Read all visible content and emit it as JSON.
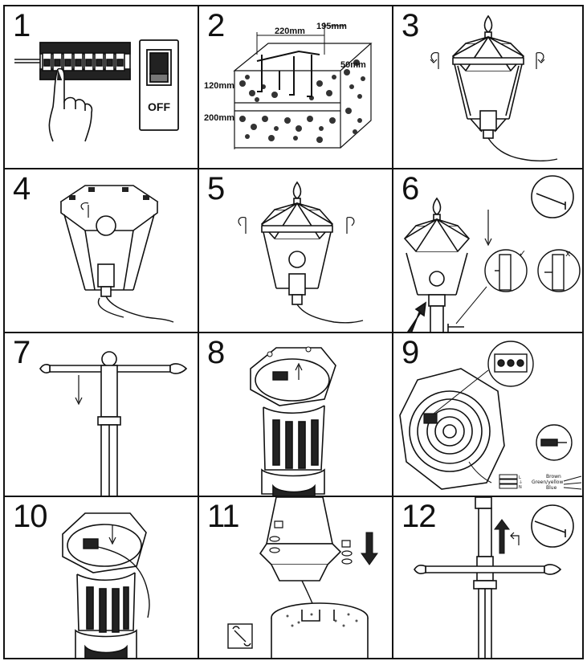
{
  "steps": [
    {
      "number": "1",
      "switch_label": "OFF"
    },
    {
      "number": "2",
      "dim_220": "220mm",
      "dim_195": "195mm",
      "dim_50": "50mm",
      "dim_120": "120mm",
      "dim_200": "200mm"
    },
    {
      "number": "3"
    },
    {
      "number": "4"
    },
    {
      "number": "5"
    },
    {
      "number": "6",
      "check_mark": "✓",
      "cross_mark": "x"
    },
    {
      "number": "7"
    },
    {
      "number": "8"
    },
    {
      "number": "9",
      "terminal_l": "L",
      "terminal_earth": "⏚",
      "terminal_n": "N",
      "wire_brown": "Brown",
      "wire_green_yellow": "Green/yellow",
      "wire_blue": "Blue"
    },
    {
      "number": "10"
    },
    {
      "number": "11"
    },
    {
      "number": "12"
    }
  ]
}
